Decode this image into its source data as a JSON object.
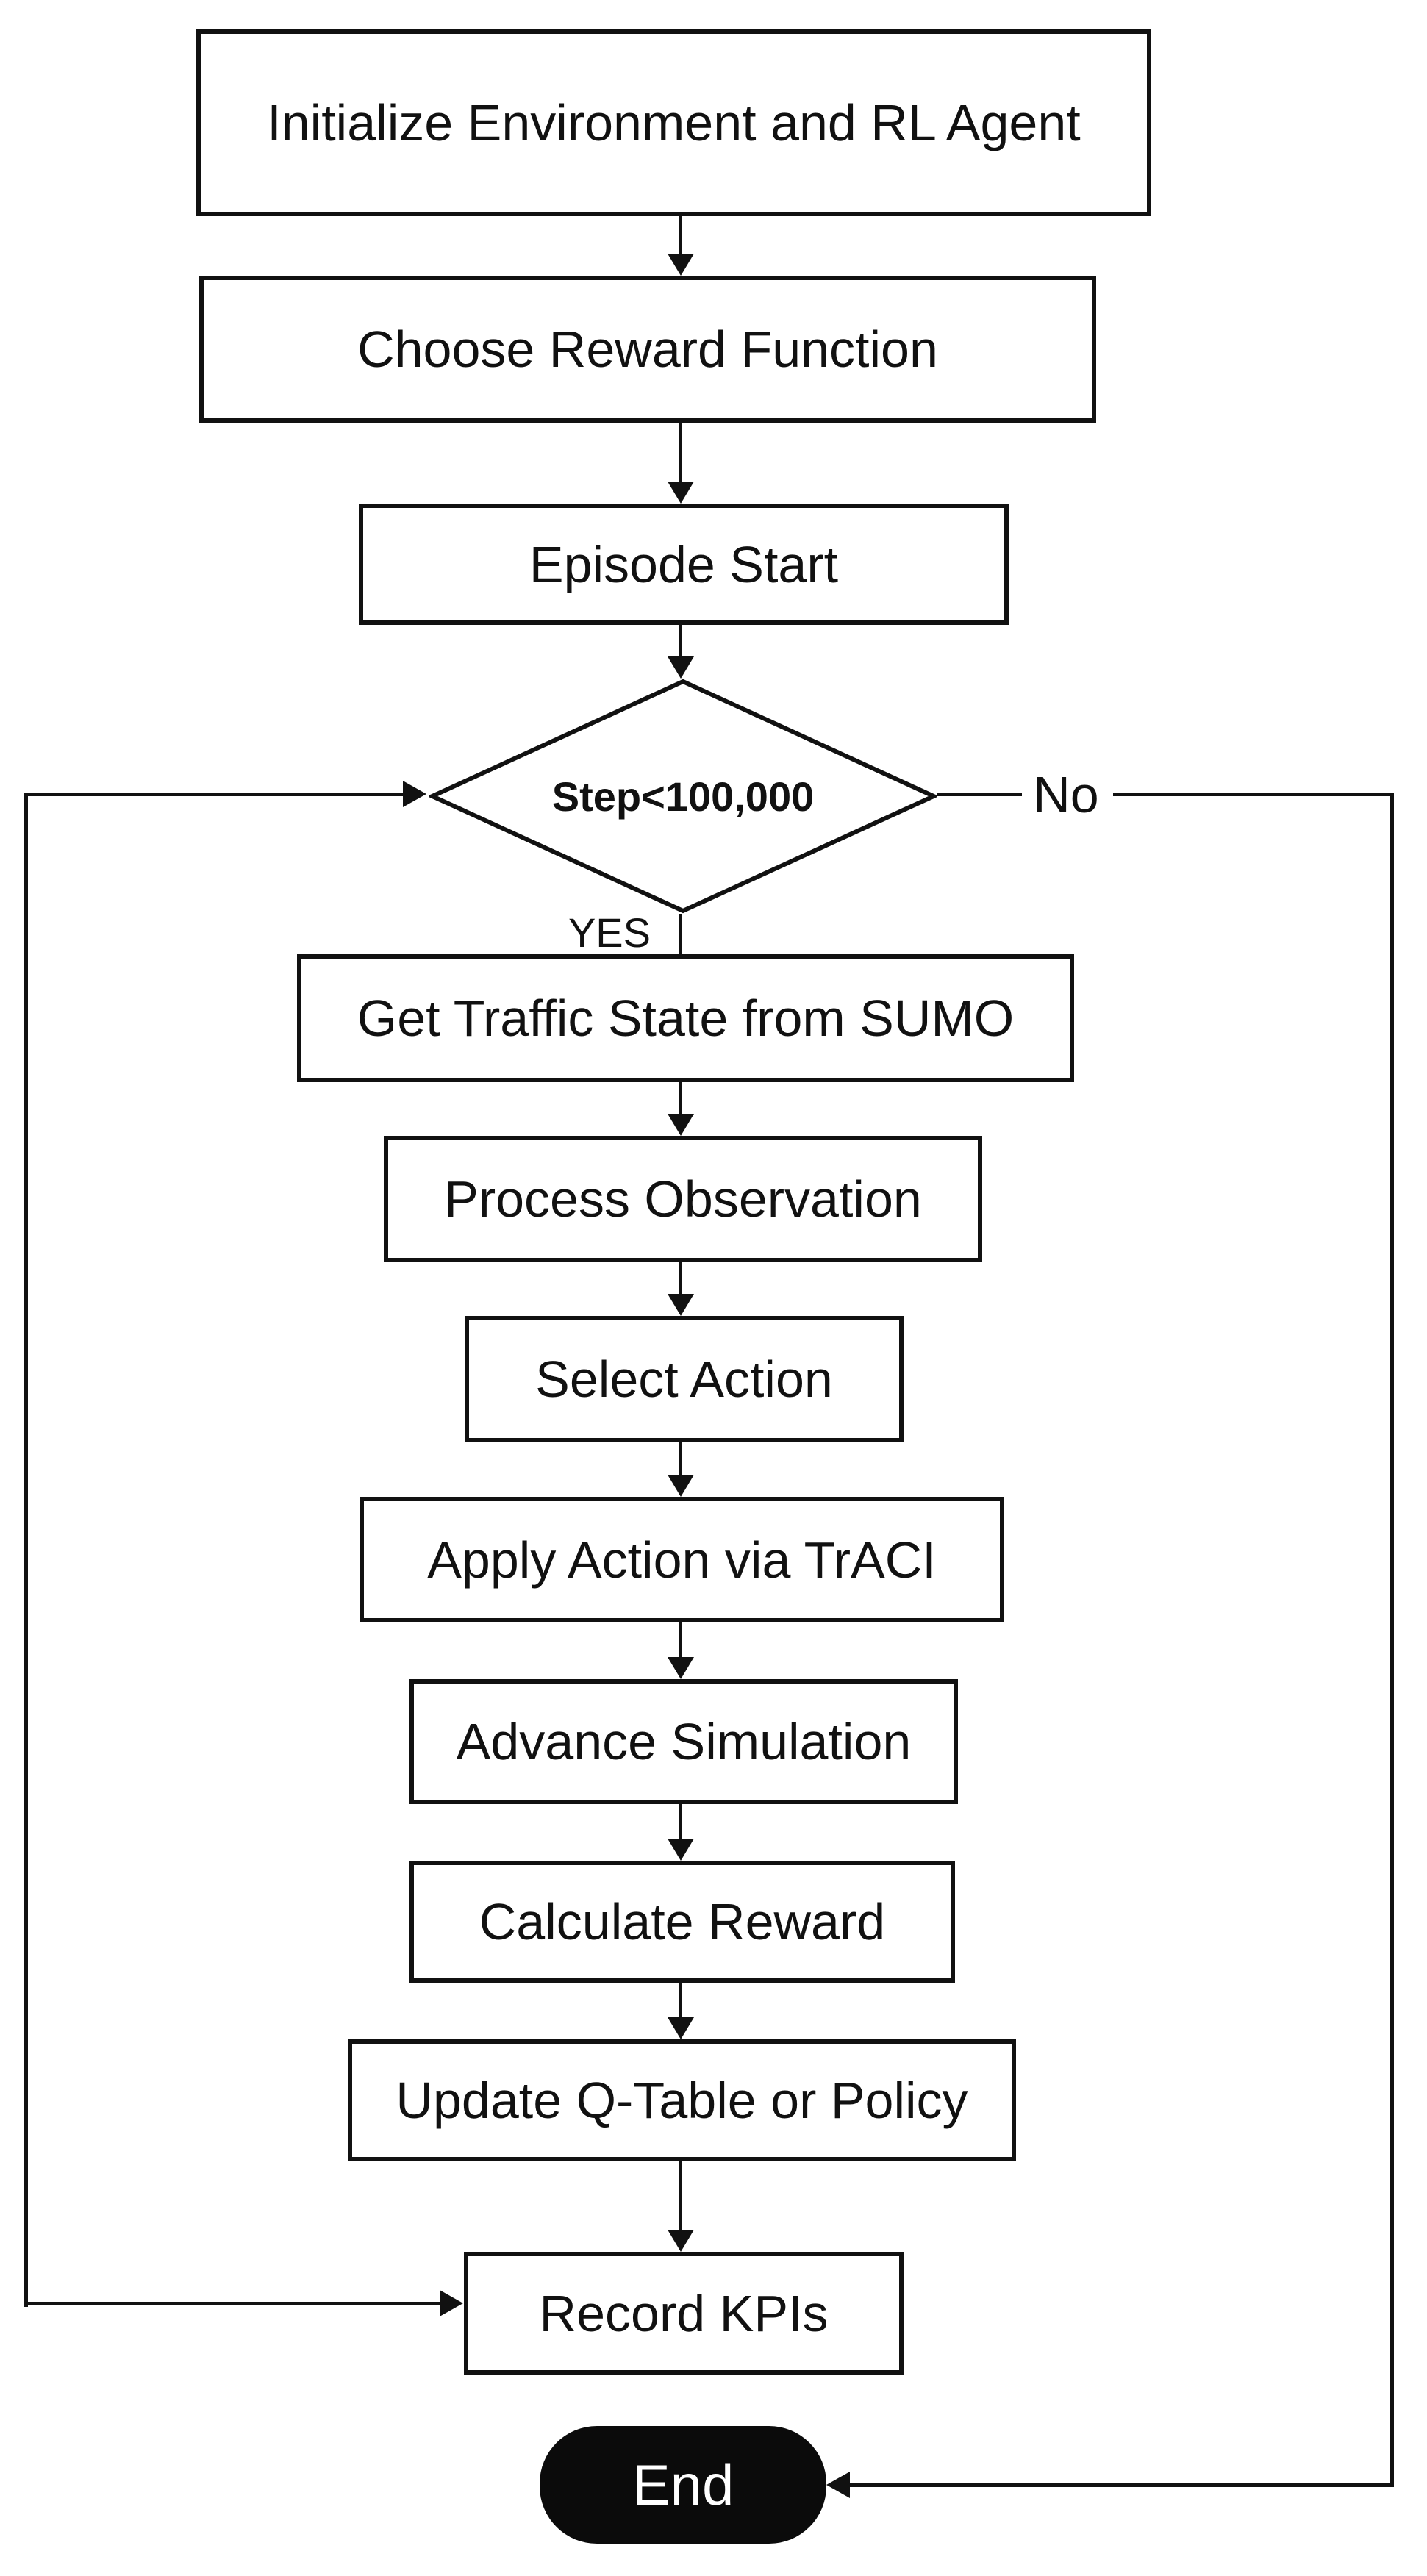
{
  "diagram": {
    "type": "flowchart",
    "nodes": [
      {
        "id": "init",
        "shape": "process",
        "label": "Initialize Environment and RL Agent"
      },
      {
        "id": "choose_reward",
        "shape": "process",
        "label": "Choose Reward Function"
      },
      {
        "id": "episode_start",
        "shape": "process",
        "label": "Episode Start"
      },
      {
        "id": "step_check",
        "shape": "decision",
        "label": "Step<100,000"
      },
      {
        "id": "get_state",
        "shape": "process",
        "label": "Get Traffic State from SUMO"
      },
      {
        "id": "process_obs",
        "shape": "process",
        "label": "Process Observation"
      },
      {
        "id": "select_action",
        "shape": "process",
        "label": "Select Action"
      },
      {
        "id": "apply_action",
        "shape": "process",
        "label": "Apply Action via TrACI"
      },
      {
        "id": "advance_sim",
        "shape": "process",
        "label": "Advance Simulation"
      },
      {
        "id": "calc_reward",
        "shape": "process",
        "label": "Calculate Reward"
      },
      {
        "id": "update_policy",
        "shape": "process",
        "label": "Update Q-Table or Policy"
      },
      {
        "id": "record_kpis",
        "shape": "process",
        "label": "Record KPIs"
      },
      {
        "id": "end",
        "shape": "terminator",
        "label": "End"
      }
    ],
    "edge_labels": {
      "yes": "YES",
      "no": "No"
    },
    "edges": [
      {
        "from": "init",
        "to": "choose_reward"
      },
      {
        "from": "choose_reward",
        "to": "episode_start"
      },
      {
        "from": "episode_start",
        "to": "step_check"
      },
      {
        "from": "step_check",
        "to": "get_state",
        "label": "YES"
      },
      {
        "from": "get_state",
        "to": "process_obs"
      },
      {
        "from": "process_obs",
        "to": "select_action"
      },
      {
        "from": "select_action",
        "to": "apply_action"
      },
      {
        "from": "apply_action",
        "to": "advance_sim"
      },
      {
        "from": "advance_sim",
        "to": "calc_reward"
      },
      {
        "from": "calc_reward",
        "to": "update_policy"
      },
      {
        "from": "update_policy",
        "to": "record_kpis"
      },
      {
        "from": "record_kpis",
        "to": "step_check",
        "note": "left return line; arrowheads drawn into both Step check and Record KPIs"
      },
      {
        "from": "step_check",
        "to": "end",
        "label": "No"
      }
    ],
    "colors": {
      "line": "#111111",
      "node_border": "#111111",
      "node_fill": "#ffffff",
      "terminator_fill": "#0b0b0b",
      "terminator_text": "#ffffff",
      "text": "#111111",
      "background": "#ffffff"
    }
  }
}
